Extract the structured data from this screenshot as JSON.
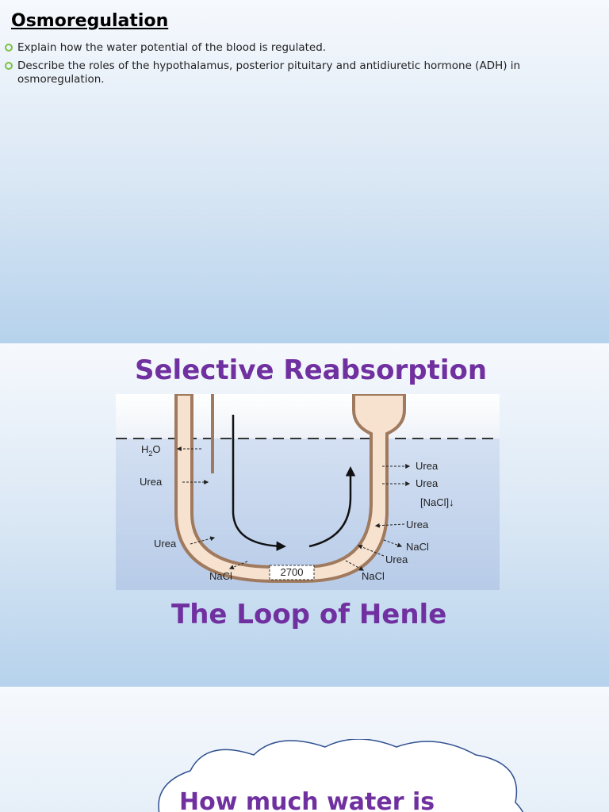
{
  "slide1": {
    "title": "Osmoregulation",
    "objectives": [
      "Explain how the water potential of the blood is regulated.",
      "Describe the roles of the hypothalamus, posterior pituitary and antidiuretic hormone (ADH) in osmoregulation."
    ],
    "bullet_color": "#7ac142"
  },
  "slide2": {
    "title": "Selective Reabsorption",
    "subtitle": "The Loop of Henle",
    "title_color": "#7030a0",
    "diagram": {
      "labels": {
        "h2o_main": "H",
        "h2o_sub": "2",
        "h2o_end": "O",
        "urea_left_upper": "Urea",
        "urea_left_lower": "Urea",
        "nacl_bottom_left": "NaCl",
        "concentration": "2700",
        "nacl_bottom_right": "NaCl",
        "urea_right_1": "Urea",
        "urea_right_2": "Urea",
        "nacl_conc": "[NaCl]↓",
        "urea_right_3": "Urea",
        "nacl_right": "NaCl",
        "urea_right_4": "Urea"
      }
    }
  },
  "slide3": {
    "cloud_text": "How much water is"
  }
}
